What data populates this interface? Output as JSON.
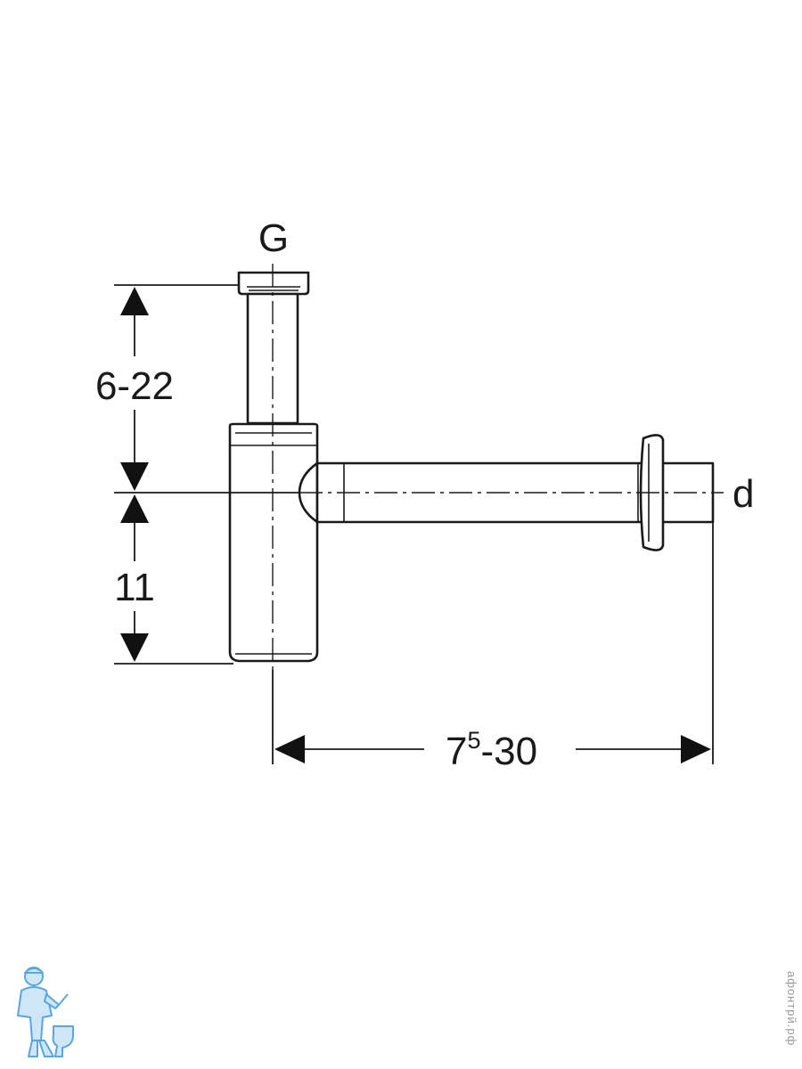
{
  "labels": {
    "inlet": "G",
    "outlet": "d",
    "dim_vertical_top": "6-22",
    "dim_vertical_bottom": "11",
    "dim_horizontal_main": "7",
    "dim_horizontal_sup": "5",
    "dim_horizontal_rest": "-30"
  },
  "watermark": {
    "site_text": "афонтрй.рф"
  },
  "colors": {
    "line": "#1a1a1a",
    "background": "#ffffff",
    "logo": "#5aa6e0"
  }
}
